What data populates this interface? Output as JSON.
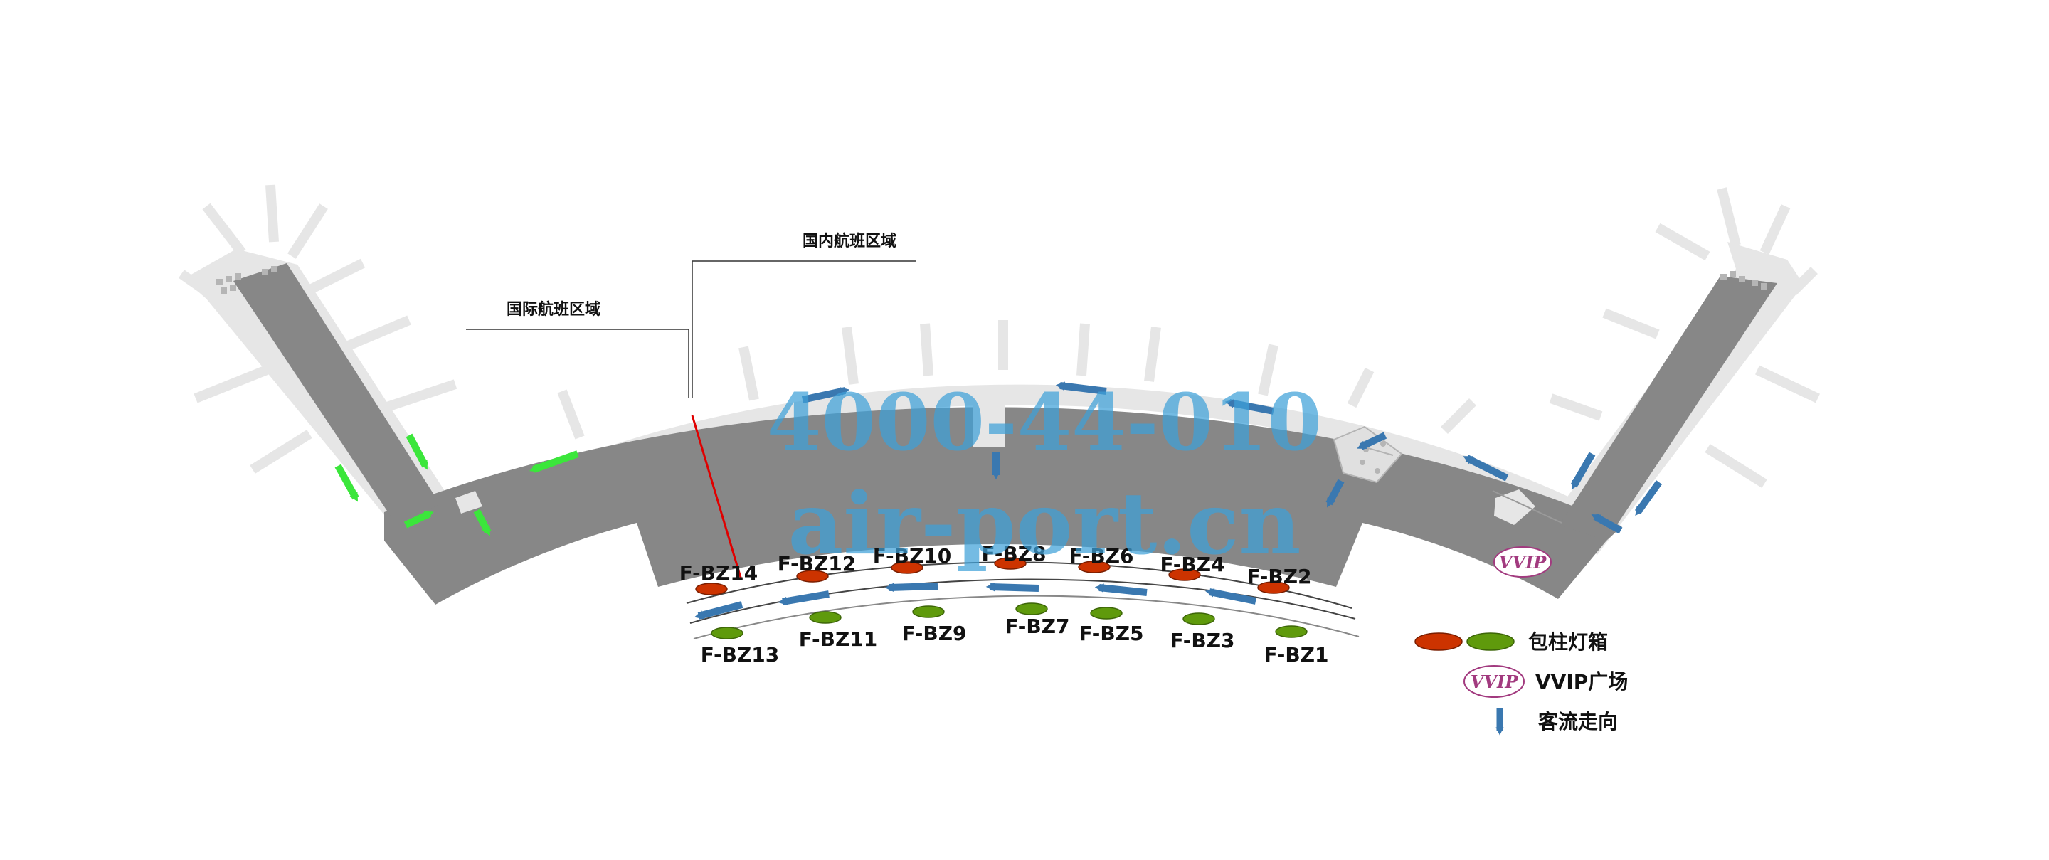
{
  "zones": {
    "domestic_label": "国内航班区域",
    "international_label": "国际航班区域"
  },
  "pillars": {
    "red": [
      "F-BZ14",
      "F-BZ12",
      "F-BZ10",
      "F-BZ8",
      "F-BZ6",
      "F-BZ4",
      "F-BZ2"
    ],
    "green": [
      "F-BZ13",
      "F-BZ11",
      "F-BZ9",
      "F-BZ7",
      "F-BZ5",
      "F-BZ3",
      "F-BZ1"
    ]
  },
  "vvip_marker": "VVIP",
  "legend": {
    "lightbox_label": "包柱灯箱",
    "vvip_label": "VVIP广场",
    "vvip_icon_text": "VVIP",
    "flow_label": "客流走向"
  },
  "watermark": {
    "line1": "4000-44-010",
    "line2": "air-port.cn"
  },
  "colors": {
    "terminal": "#878787",
    "apron": "#e6e6e6",
    "red_pillar": "#cc3300",
    "green_pillar": "#5f9a0c",
    "flow_arrow": "#3a78b0",
    "intl_arrow": "#3be63b",
    "divider": "#e00000",
    "vvip": "#a23a7f"
  }
}
